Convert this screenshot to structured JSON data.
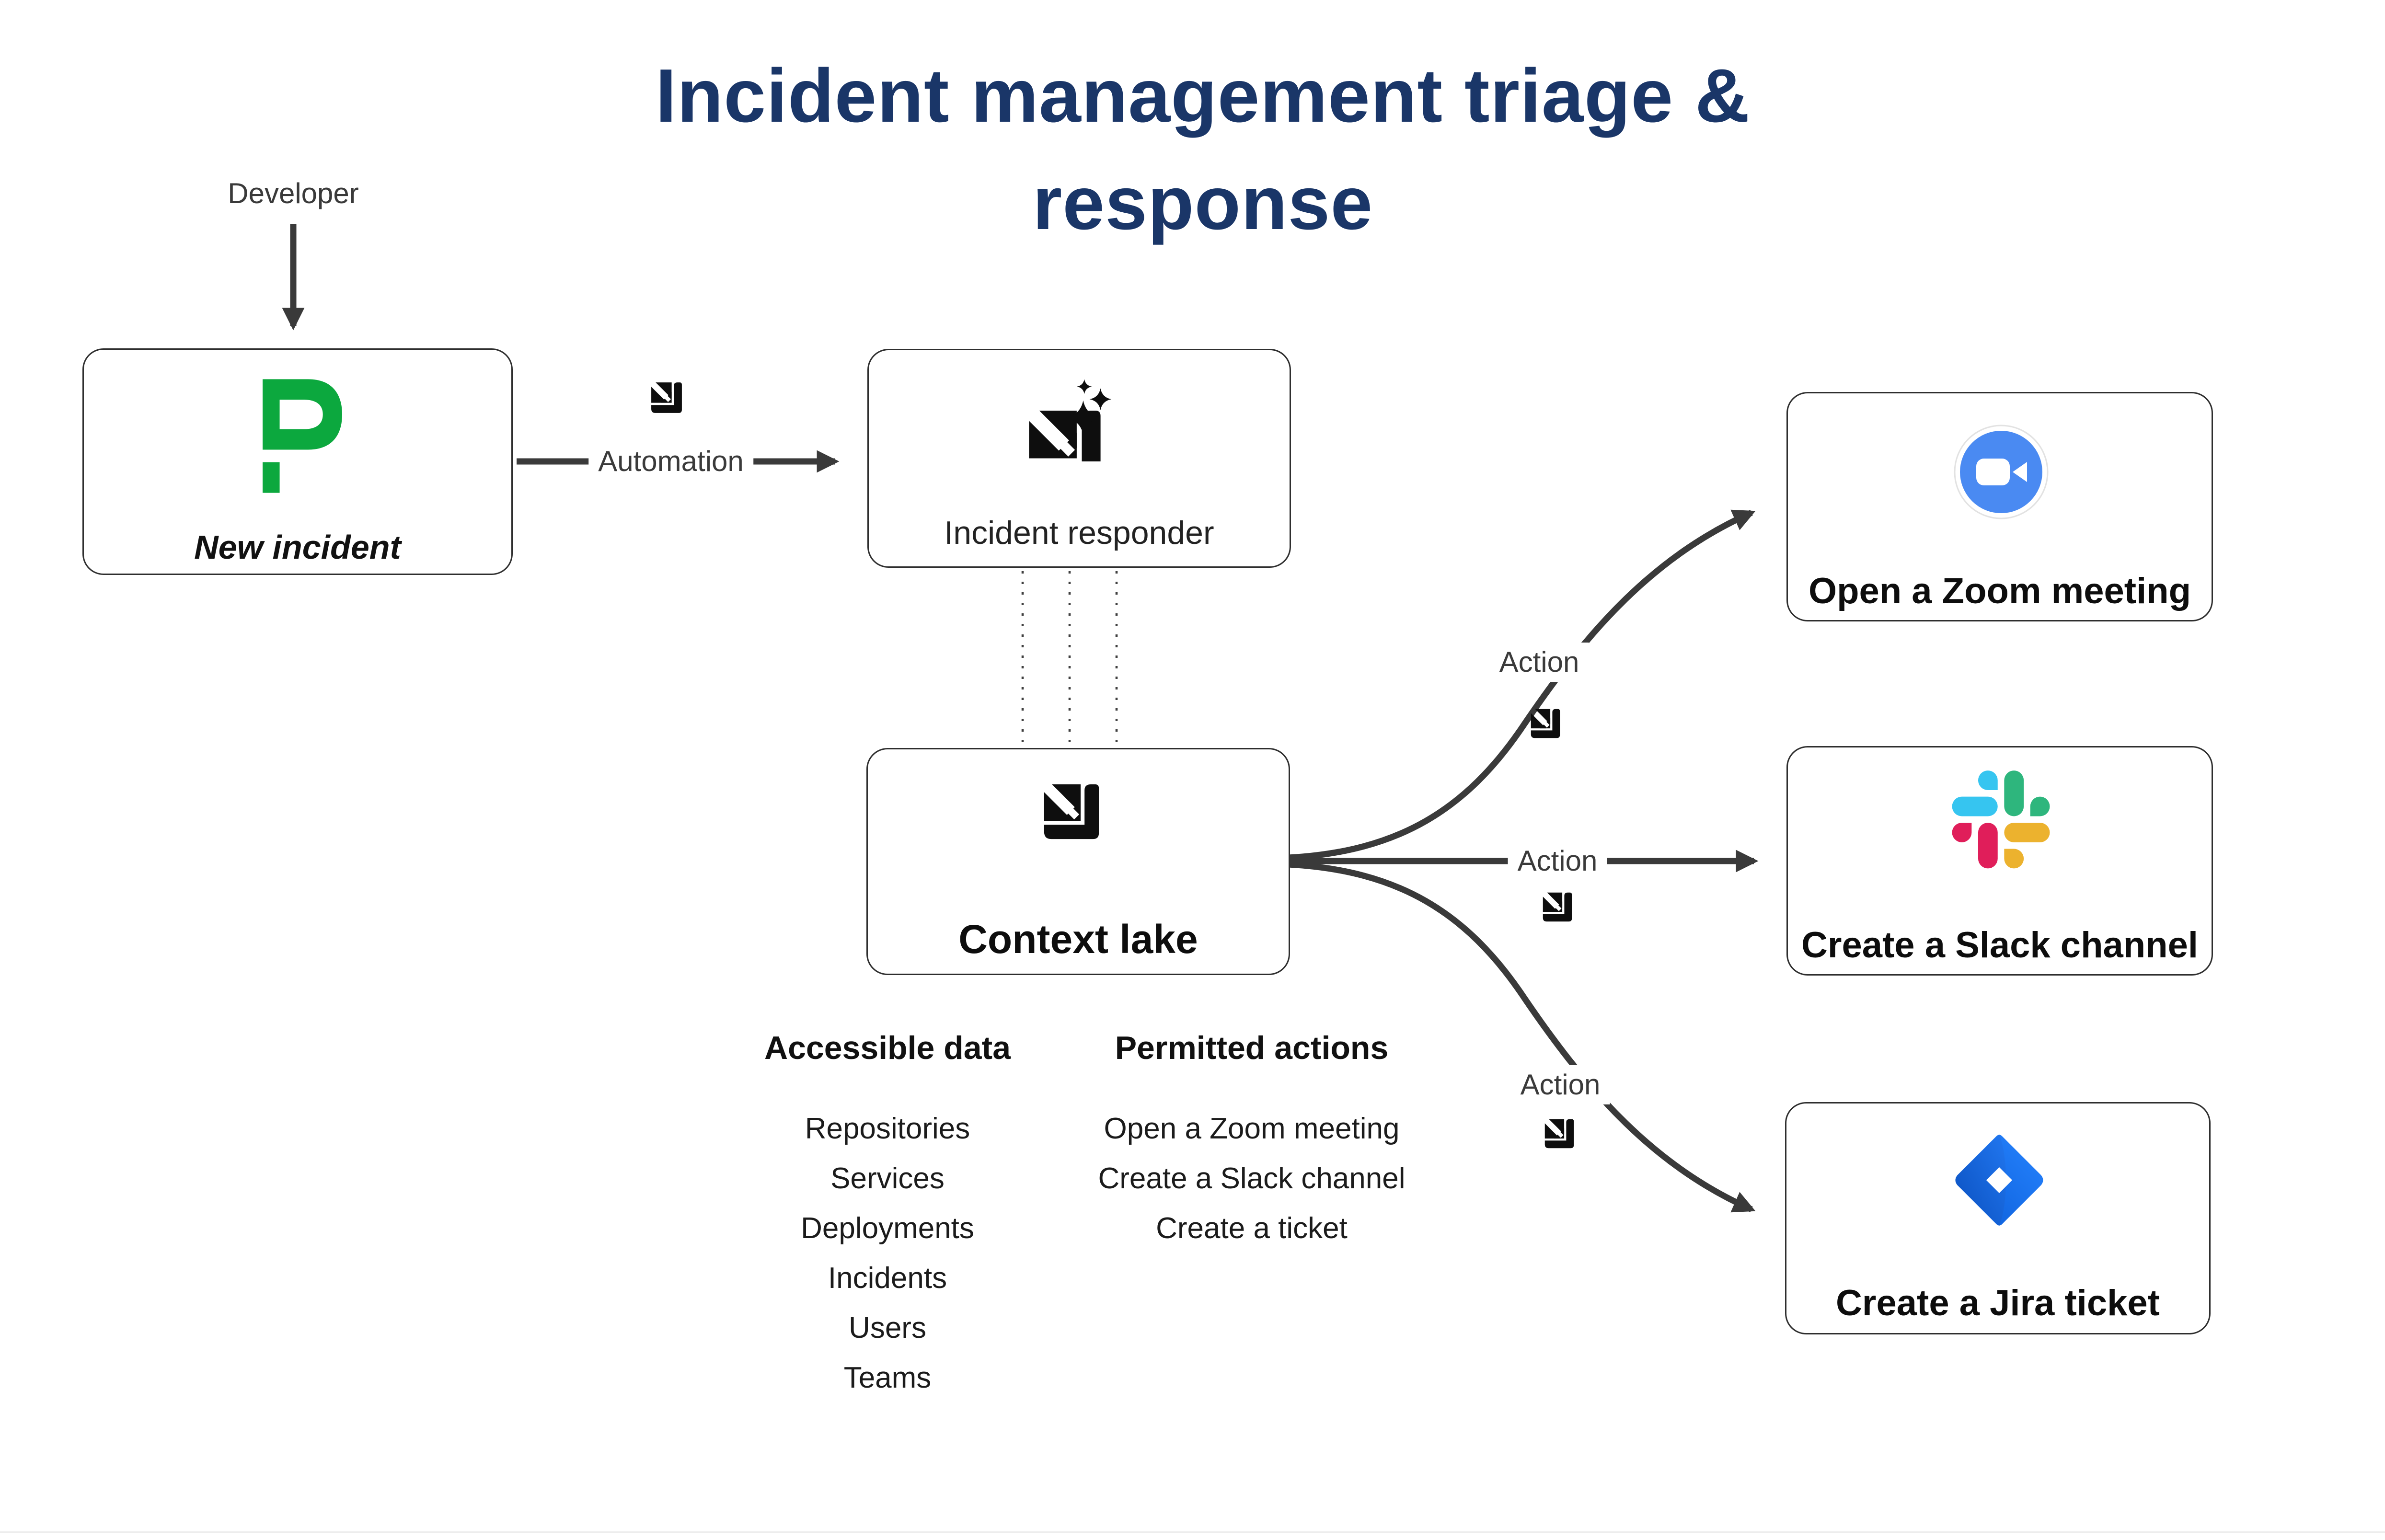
{
  "title": {
    "line1": "Incident management triage &",
    "line2": "response"
  },
  "flow": {
    "developer_label": "Developer",
    "automation_label": "Automation",
    "action_label": "Action"
  },
  "nodes": {
    "new_incident": {
      "label": "New incident",
      "icon": "pagerduty-p-icon"
    },
    "incident_responder": {
      "label": "Incident responder",
      "icon": "agent-sparkles-icon"
    },
    "context_lake": {
      "label": "Context lake",
      "icon": "agent-arrow-icon"
    },
    "zoom": {
      "label": "Open a Zoom meeting",
      "icon": "zoom-video-icon"
    },
    "slack": {
      "label": "Create a Slack channel",
      "icon": "slack-icon"
    },
    "jira": {
      "label": "Create a Jira ticket",
      "icon": "jira-icon"
    }
  },
  "accessible_data": {
    "header": "Accessible data",
    "items": [
      "Repositories",
      "Services",
      "Deployments",
      "Incidents",
      "Users",
      "Teams"
    ]
  },
  "permitted_actions": {
    "header": "Permitted actions",
    "items": [
      "Open a Zoom meeting",
      "Create a Slack channel",
      "Create a ticket"
    ]
  },
  "colors": {
    "title_navy": "#1a3668",
    "pagerduty_green": "#0CA83E",
    "zoom_blue": "#4a8af2",
    "slack_blue": "#36C5F0",
    "slack_green": "#2EB67D",
    "slack_red": "#E01E5A",
    "slack_yellow": "#ECB22E",
    "jira_blue_light": "#2684FF",
    "jira_blue_dark": "#0B5CD7",
    "connector_gray": "#3a3a3a"
  }
}
